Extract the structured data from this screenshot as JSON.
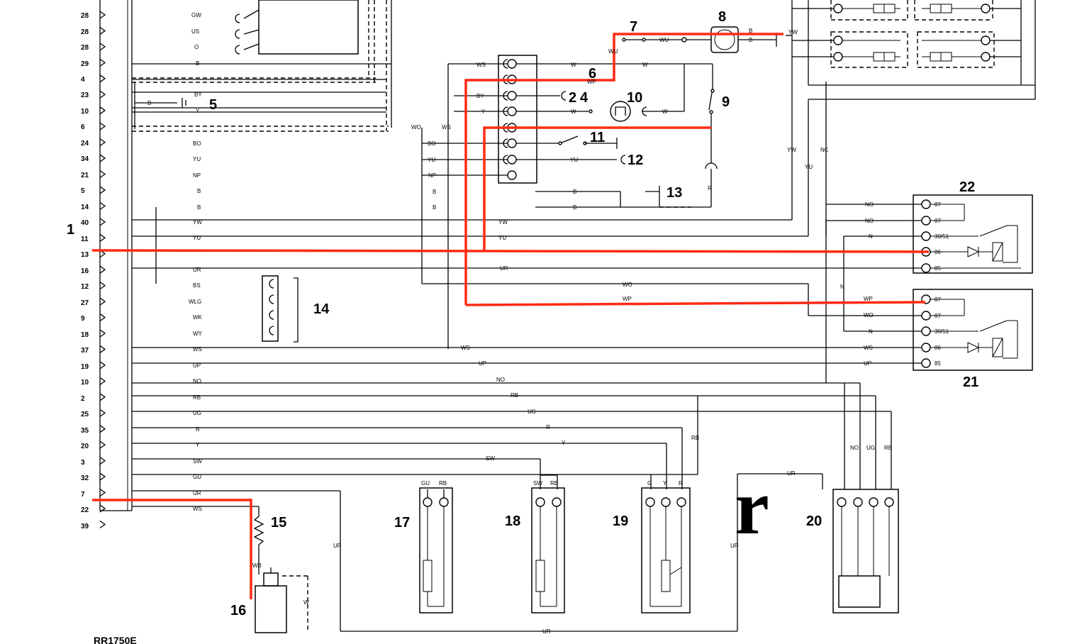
{
  "diagram": {
    "connector_pins": [
      "28",
      "28",
      "28",
      "29",
      "4",
      "23",
      "10",
      "6",
      "24",
      "34",
      "21",
      "5",
      "14",
      "40",
      "11",
      "13",
      "16",
      "12",
      "27",
      "9",
      "18",
      "37",
      "19",
      "10",
      "2",
      "25",
      "35",
      "20",
      "3",
      "32",
      "7",
      "22",
      "39"
    ],
    "pin_wires": [
      "",
      "GW",
      "US",
      "O",
      "B",
      "",
      "BY",
      "Y",
      "",
      "BO",
      "YU",
      "NP",
      "B",
      "B",
      "YW",
      "YU",
      "",
      "UR",
      "BS",
      "WLG",
      "WK",
      "WY",
      "WS",
      "UP",
      "NO",
      "RB",
      "UG",
      "R",
      "Y",
      "SW",
      "GU",
      "UR",
      "WS"
    ],
    "component_labels": [
      "1",
      "5",
      "2",
      "4",
      "10",
      "6",
      "7",
      "8",
      "9",
      "11",
      "12",
      "13",
      "14",
      "15",
      "16",
      "17",
      "18",
      "19",
      "20",
      "21",
      "22"
    ],
    "wire_labels_mid": [
      "WS",
      "WO",
      "WS",
      "W",
      "WP",
      "W",
      "BY",
      "Y",
      "W",
      "W",
      "BO",
      "YU",
      "YU",
      "NP",
      "B",
      "B",
      "B",
      "B",
      "WU",
      "WU",
      "B",
      "YW",
      "YW",
      "YW",
      "YU",
      "YU",
      "NC",
      "NO",
      "NO",
      "N",
      "N",
      "UR",
      "WO",
      "WP",
      "WP",
      "WO",
      "N",
      "WS",
      "WS",
      "UP",
      "UP",
      "NO",
      "RB",
      "UG",
      "R",
      "Y",
      "SW",
      "RB",
      "UR",
      "UR",
      "UR",
      "UR",
      "WB",
      "W",
      "B",
      "R"
    ],
    "terminal_labels": [
      "87",
      "87",
      "30/51",
      "86",
      "85"
    ],
    "connector_heads": [
      "GU",
      "RB",
      "SW",
      "RB",
      "G",
      "Y",
      "R",
      "NO",
      "UG",
      "RB"
    ],
    "corner_glyph": "r",
    "bottom_label": "RR1750E"
  }
}
